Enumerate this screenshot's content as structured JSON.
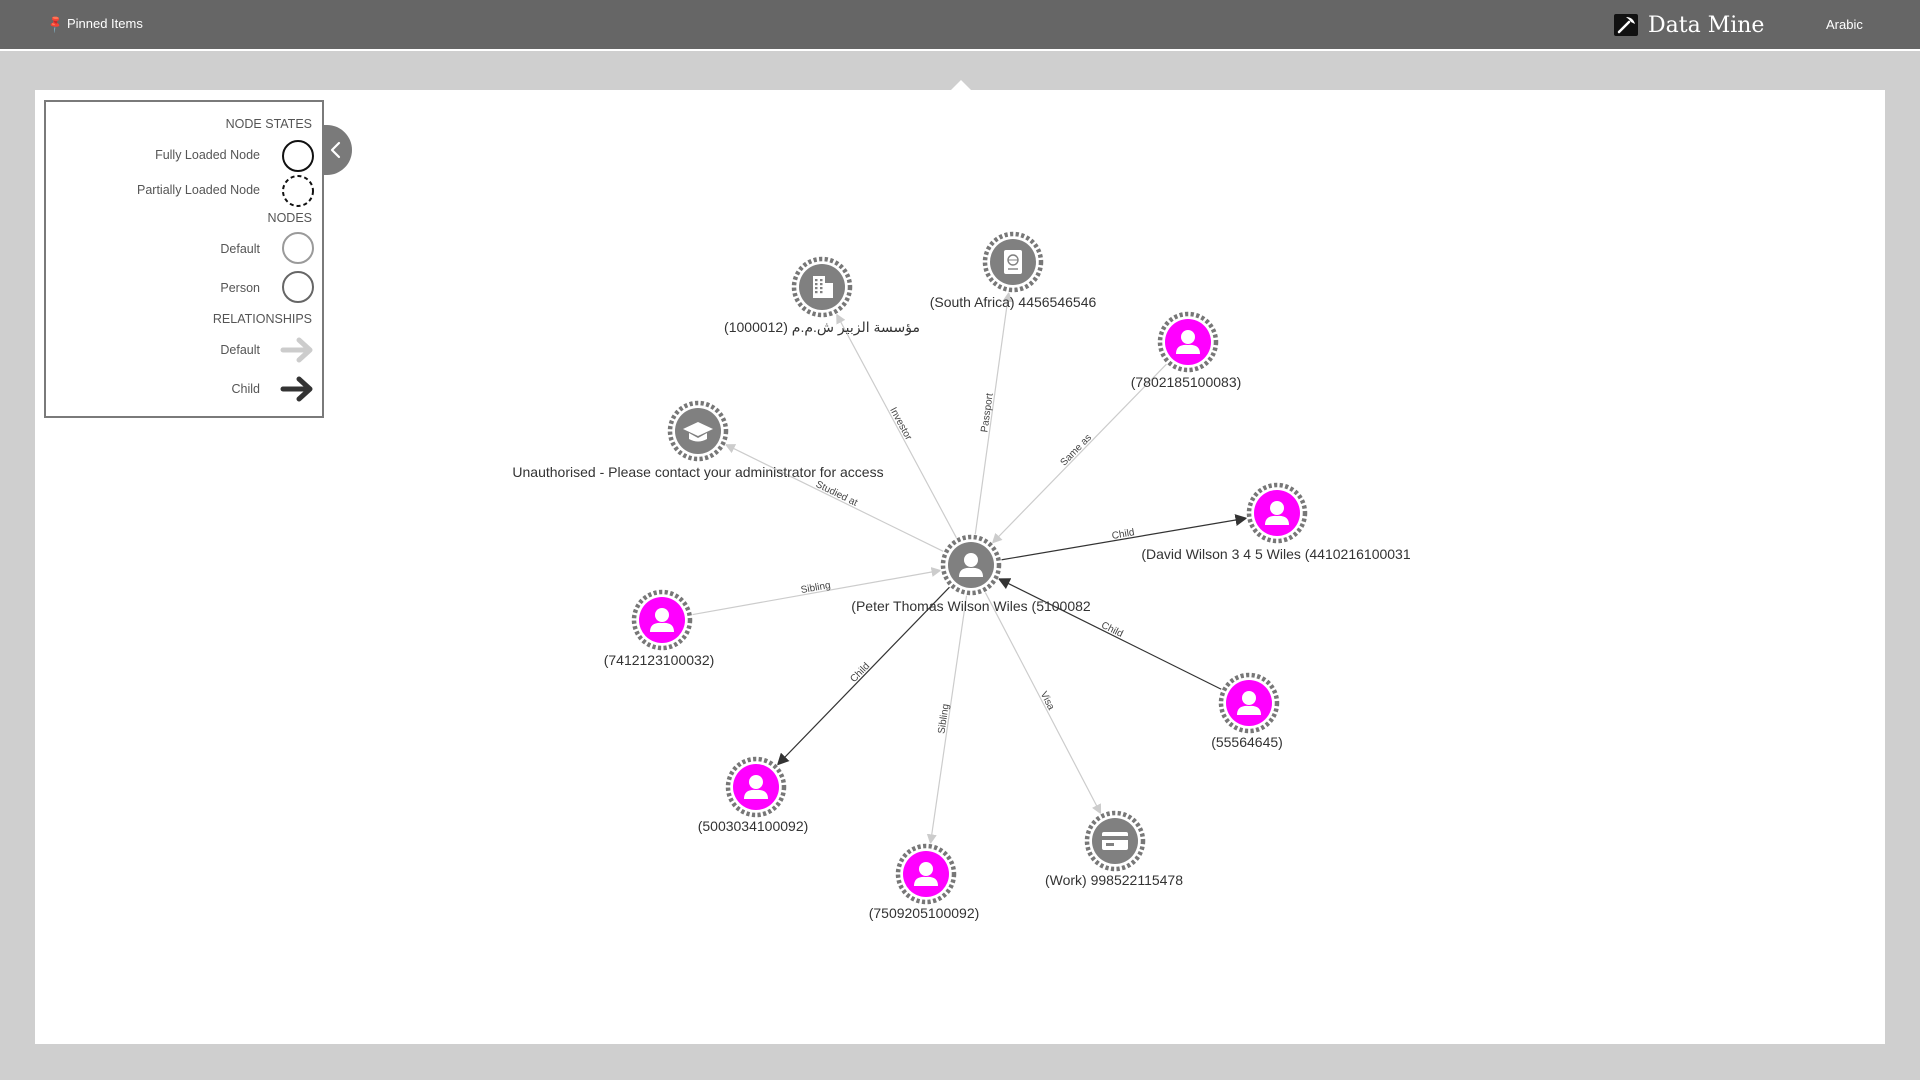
{
  "header": {
    "pinned_label": "Pinned Items",
    "brand_name": "Data Mine",
    "language_label": "Arabic"
  },
  "legend": {
    "node_states_heading": "NODE STATES",
    "fully_loaded_label": "Fully Loaded Node",
    "partially_loaded_label": "Partially Loaded Node",
    "nodes_heading": "NODES",
    "default_node_label": "Default",
    "person_node_label": "Person",
    "relationships_heading": "RELATIONSHIPS",
    "default_rel_label": "Default",
    "child_rel_label": "Child"
  },
  "colors": {
    "topbar": "#666666",
    "node_gray": "#808080",
    "node_person": "#ff00ff",
    "edge_default": "#cccccc",
    "edge_child": "#333333"
  },
  "graph": {
    "nodes": [
      {
        "id": "center",
        "label": "(Peter Thomas Wilson Wiles (5100082",
        "type": "default",
        "icon": "person-icon"
      },
      {
        "id": "org",
        "label": "مؤسسة الزبير ش.م.م (1000012)",
        "type": "default",
        "icon": "building-icon"
      },
      {
        "id": "passport",
        "label": "(South Africa) 4456546546",
        "type": "default",
        "icon": "passport-icon"
      },
      {
        "id": "p1",
        "label": "(7802185100083)",
        "type": "person",
        "icon": "person-icon"
      },
      {
        "id": "school",
        "label": "Unauthorised - Please contact your administrator for access",
        "type": "default",
        "icon": "graduation-cap-icon"
      },
      {
        "id": "david",
        "label": "(David Wilson 3 4 5 Wiles (4410216100031",
        "type": "person",
        "icon": "person-icon"
      },
      {
        "id": "p2",
        "label": "(7412123100032)",
        "type": "person",
        "icon": "person-icon"
      },
      {
        "id": "p3",
        "label": "(55564645)",
        "type": "person",
        "icon": "person-icon"
      },
      {
        "id": "p4",
        "label": "(5003034100092)",
        "type": "person",
        "icon": "person-icon"
      },
      {
        "id": "p5",
        "label": "(7509205100092)",
        "type": "person",
        "icon": "person-icon"
      },
      {
        "id": "visa",
        "label": "(Work) 998522115478",
        "type": "default",
        "icon": "visa-card-icon"
      }
    ],
    "edges": [
      {
        "from": "center",
        "to": "org",
        "label": "Investor",
        "kind": "default"
      },
      {
        "from": "center",
        "to": "passport",
        "label": "Passport",
        "kind": "default"
      },
      {
        "from": "p1",
        "to": "center",
        "label": "Same as",
        "kind": "default"
      },
      {
        "from": "center",
        "to": "school",
        "label": "Studied at",
        "kind": "default"
      },
      {
        "from": "center",
        "to": "david",
        "label": "Child",
        "kind": "child"
      },
      {
        "from": "p2",
        "to": "center",
        "label": "Sibling",
        "kind": "default"
      },
      {
        "from": "p3",
        "to": "center",
        "label": "Child",
        "kind": "child"
      },
      {
        "from": "center",
        "to": "p4",
        "label": "Child",
        "kind": "child"
      },
      {
        "from": "center",
        "to": "p5",
        "label": "Sibling",
        "kind": "default"
      },
      {
        "from": "center",
        "to": "visa",
        "label": "Visa",
        "kind": "default"
      }
    ]
  }
}
